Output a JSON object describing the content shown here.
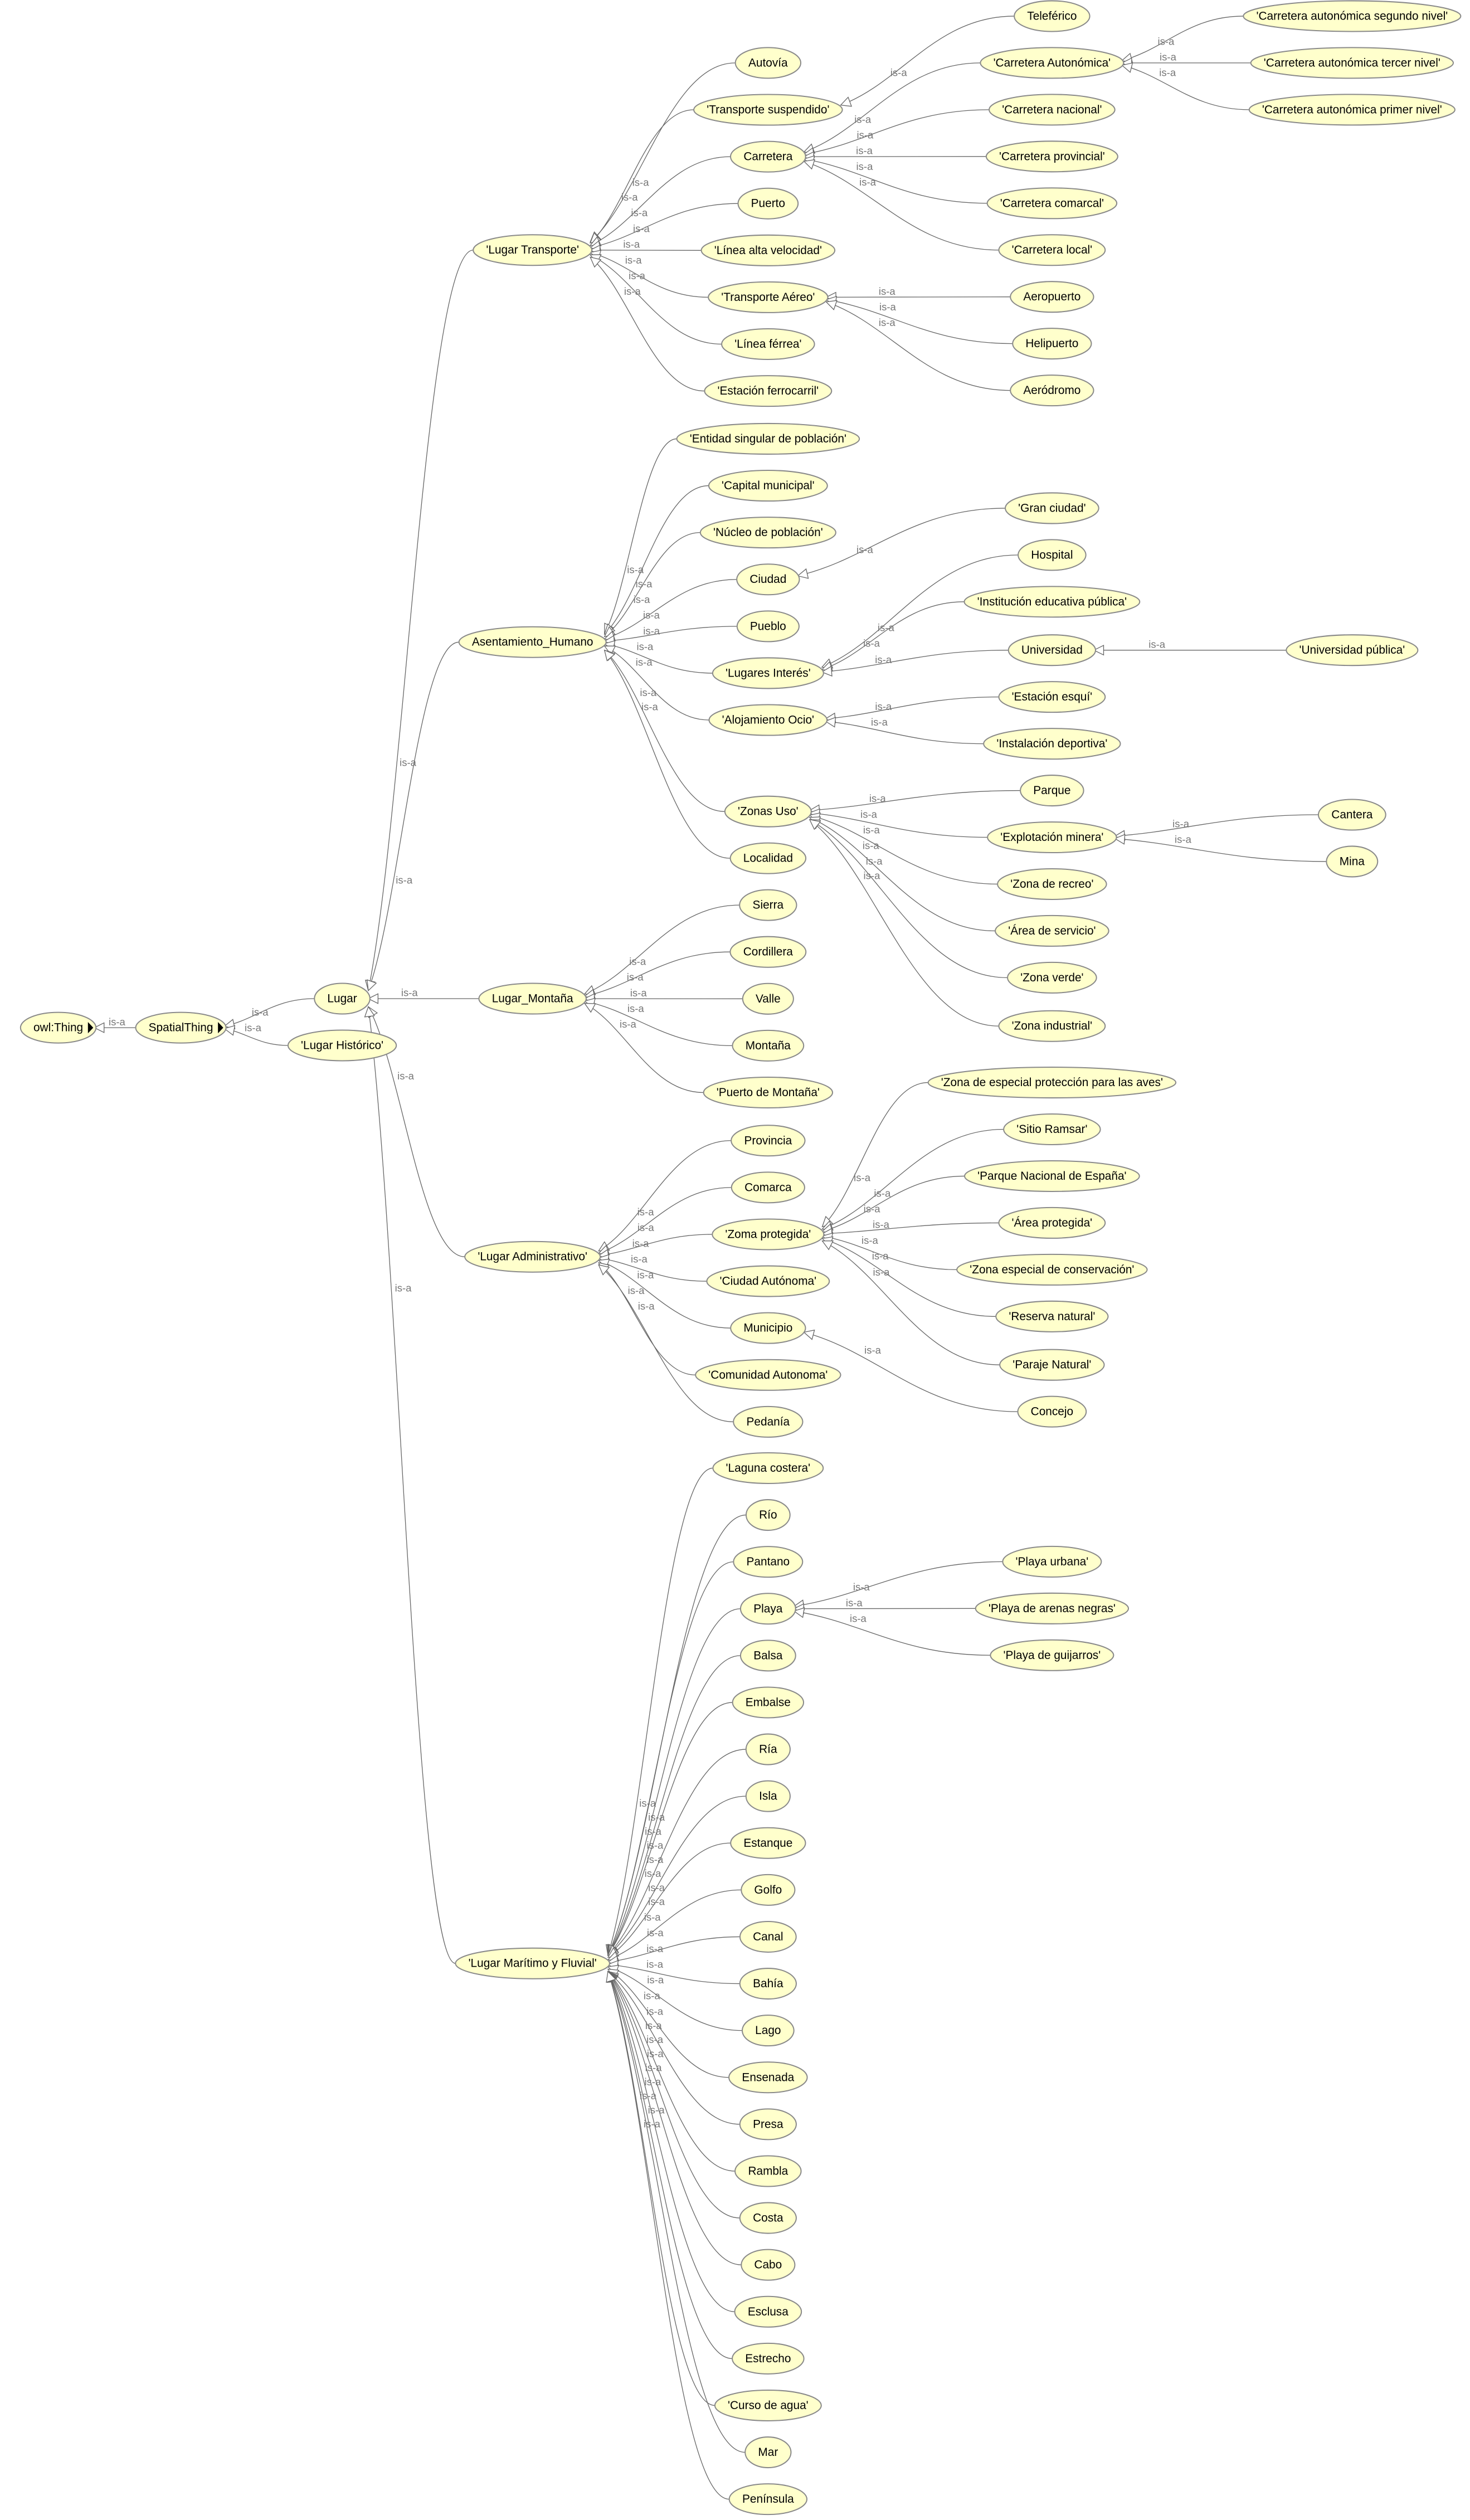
{
  "edge_label": "is-a",
  "nodes": [
    {
      "id": "thing",
      "label": "owl:Thing",
      "parent": null,
      "expandable": true
    },
    {
      "id": "spatial",
      "label": "SpatialThing",
      "parent": "thing",
      "expandable": true
    },
    {
      "id": "lugar",
      "label": "Lugar",
      "parent": "spatial"
    },
    {
      "id": "hist",
      "label": "'Lugar Histórico'",
      "parent": "spatial"
    },
    {
      "id": "lt",
      "label": "'Lugar Transporte'",
      "parent": "lugar"
    },
    {
      "id": "ah",
      "label": "Asentamiento_Humano",
      "parent": "lugar"
    },
    {
      "id": "lm",
      "label": "Lugar_Montaña",
      "parent": "lugar"
    },
    {
      "id": "la",
      "label": "'Lugar Administrativo'",
      "parent": "lugar"
    },
    {
      "id": "lmf",
      "label": "'Lugar Marítimo y Fluvial'",
      "parent": "lugar"
    },
    {
      "id": "autovia",
      "label": "Autovía",
      "parent": "lt"
    },
    {
      "id": "tsusp",
      "label": "'Transporte suspendido'",
      "parent": "lt"
    },
    {
      "id": "carretera",
      "label": "Carretera",
      "parent": "lt"
    },
    {
      "id": "puerto",
      "label": "Puerto",
      "parent": "lt"
    },
    {
      "id": "lav",
      "label": "'Línea alta velocidad'",
      "parent": "lt"
    },
    {
      "id": "taereo",
      "label": "'Transporte Aéreo'",
      "parent": "lt"
    },
    {
      "id": "lferrea",
      "label": "'Línea férrea'",
      "parent": "lt"
    },
    {
      "id": "eferro",
      "label": "'Estación ferrocarril'",
      "parent": "lt"
    },
    {
      "id": "teleferico",
      "label": "Teleférico",
      "parent": "tsusp"
    },
    {
      "id": "caut",
      "label": "'Carretera Autonómica'",
      "parent": "carretera"
    },
    {
      "id": "cnac",
      "label": "'Carretera nacional'",
      "parent": "carretera"
    },
    {
      "id": "cprov",
      "label": "'Carretera provincial'",
      "parent": "carretera"
    },
    {
      "id": "ccom",
      "label": "'Carretera comarcal'",
      "parent": "carretera"
    },
    {
      "id": "cloc",
      "label": "'Carretera local'",
      "parent": "carretera"
    },
    {
      "id": "ca2",
      "label": "'Carretera autonómica segundo nivel'",
      "parent": "caut"
    },
    {
      "id": "ca3",
      "label": "'Carretera autonómica tercer nivel'",
      "parent": "caut"
    },
    {
      "id": "ca1",
      "label": "'Carretera autonómica primer nivel'",
      "parent": "caut"
    },
    {
      "id": "aeropuerto",
      "label": "Aeropuerto",
      "parent": "taereo"
    },
    {
      "id": "helipuerto",
      "label": "Helipuerto",
      "parent": "taereo"
    },
    {
      "id": "aerodromo",
      "label": "Aeródromo",
      "parent": "taereo"
    },
    {
      "id": "esp",
      "label": "'Entidad singular de población'",
      "parent": "ah"
    },
    {
      "id": "capmun",
      "label": "'Capital municipal'",
      "parent": "ah"
    },
    {
      "id": "nucleo",
      "label": "'Núcleo de población'",
      "parent": "ah"
    },
    {
      "id": "ciudad",
      "label": "Ciudad",
      "parent": "ah"
    },
    {
      "id": "pueblo",
      "label": "Pueblo",
      "parent": "ah"
    },
    {
      "id": "linteres",
      "label": "'Lugares Interés'",
      "parent": "ah"
    },
    {
      "id": "aloj",
      "label": "'Alojamiento Ocio'",
      "parent": "ah"
    },
    {
      "id": "zuso",
      "label": "'Zonas Uso'",
      "parent": "ah"
    },
    {
      "id": "localidad",
      "label": "Localidad",
      "parent": "ah"
    },
    {
      "id": "granciudad",
      "label": "'Gran ciudad'",
      "parent": "ciudad"
    },
    {
      "id": "hospital",
      "label": "Hospital",
      "parent": "linteres"
    },
    {
      "id": "iedu",
      "label": "'Institución educativa pública'",
      "parent": "linteres"
    },
    {
      "id": "universidad",
      "label": "Universidad",
      "parent": "linteres"
    },
    {
      "id": "upub",
      "label": "'Universidad pública'",
      "parent": "universidad"
    },
    {
      "id": "esqui",
      "label": "'Estación esquí'",
      "parent": "aloj"
    },
    {
      "id": "idep",
      "label": "'Instalación deportiva'",
      "parent": "aloj"
    },
    {
      "id": "parque",
      "label": "Parque",
      "parent": "zuso"
    },
    {
      "id": "expmin",
      "label": "'Explotación minera'",
      "parent": "zuso"
    },
    {
      "id": "zrecreo",
      "label": "'Zona de recreo'",
      "parent": "zuso"
    },
    {
      "id": "aserv",
      "label": "'Área de servicio'",
      "parent": "zuso"
    },
    {
      "id": "zverde",
      "label": "'Zona verde'",
      "parent": "zuso"
    },
    {
      "id": "zind",
      "label": "'Zona industrial'",
      "parent": "zuso"
    },
    {
      "id": "cantera",
      "label": "Cantera",
      "parent": "expmin"
    },
    {
      "id": "mina",
      "label": "Mina",
      "parent": "expmin"
    },
    {
      "id": "sierra",
      "label": "Sierra",
      "parent": "lm"
    },
    {
      "id": "cordillera",
      "label": "Cordillera",
      "parent": "lm"
    },
    {
      "id": "valle",
      "label": "Valle",
      "parent": "lm"
    },
    {
      "id": "montana",
      "label": "Montaña",
      "parent": "lm"
    },
    {
      "id": "pmont",
      "label": "'Puerto de Montaña'",
      "parent": "lm"
    },
    {
      "id": "provincia",
      "label": "Provincia",
      "parent": "la"
    },
    {
      "id": "comarca",
      "label": "Comarca",
      "parent": "la"
    },
    {
      "id": "zprot",
      "label": "'Zoma protegida'",
      "parent": "la"
    },
    {
      "id": "caut2",
      "label": "'Ciudad Autónoma'",
      "parent": "la"
    },
    {
      "id": "municipio",
      "label": "Municipio",
      "parent": "la"
    },
    {
      "id": "comaut",
      "label": "'Comunidad Autonoma'",
      "parent": "la"
    },
    {
      "id": "pedania",
      "label": "Pedanía",
      "parent": "la"
    },
    {
      "id": "zepa",
      "label": "'Zona de especial protección para las aves'",
      "parent": "zprot"
    },
    {
      "id": "ramsar",
      "label": "'Sitio Ramsar'",
      "parent": "zprot"
    },
    {
      "id": "pne",
      "label": "'Parque Nacional de España'",
      "parent": "zprot"
    },
    {
      "id": "aprot",
      "label": "'Área protegida'",
      "parent": "zprot"
    },
    {
      "id": "zec",
      "label": "'Zona especial de conservación'",
      "parent": "zprot"
    },
    {
      "id": "rnat",
      "label": "'Reserva natural'",
      "parent": "zprot"
    },
    {
      "id": "pnat",
      "label": "'Paraje Natural'",
      "parent": "zprot"
    },
    {
      "id": "concejo",
      "label": "Concejo",
      "parent": "municipio"
    },
    {
      "id": "laguna",
      "label": "'Laguna costera'",
      "parent": "lmf"
    },
    {
      "id": "rio",
      "label": "Río",
      "parent": "lmf"
    },
    {
      "id": "pantano",
      "label": "Pantano",
      "parent": "lmf"
    },
    {
      "id": "playa",
      "label": "Playa",
      "parent": "lmf"
    },
    {
      "id": "balsa",
      "label": "Balsa",
      "parent": "lmf"
    },
    {
      "id": "embalse",
      "label": "Embalse",
      "parent": "lmf"
    },
    {
      "id": "ria",
      "label": "Ría",
      "parent": "lmf"
    },
    {
      "id": "isla",
      "label": "Isla",
      "parent": "lmf"
    },
    {
      "id": "estanque",
      "label": "Estanque",
      "parent": "lmf"
    },
    {
      "id": "golfo",
      "label": "Golfo",
      "parent": "lmf"
    },
    {
      "id": "canal",
      "label": "Canal",
      "parent": "lmf"
    },
    {
      "id": "bahia",
      "label": "Bahía",
      "parent": "lmf"
    },
    {
      "id": "lago",
      "label": "Lago",
      "parent": "lmf"
    },
    {
      "id": "ensenada",
      "label": "Ensenada",
      "parent": "lmf"
    },
    {
      "id": "presa",
      "label": "Presa",
      "parent": "lmf"
    },
    {
      "id": "rambla",
      "label": "Rambla",
      "parent": "lmf"
    },
    {
      "id": "costa",
      "label": "Costa",
      "parent": "lmf"
    },
    {
      "id": "cabo",
      "label": "Cabo",
      "parent": "lmf"
    },
    {
      "id": "esclusa",
      "label": "Esclusa",
      "parent": "lmf"
    },
    {
      "id": "estrecho",
      "label": "Estrecho",
      "parent": "lmf"
    },
    {
      "id": "curso",
      "label": "'Curso de agua'",
      "parent": "lmf"
    },
    {
      "id": "mar",
      "label": "Mar",
      "parent": "lmf"
    },
    {
      "id": "peninsula",
      "label": "Península",
      "parent": "lmf"
    },
    {
      "id": "purbana",
      "label": "'Playa urbana'",
      "parent": "playa"
    },
    {
      "id": "parenas",
      "label": "'Playa de arenas negras'",
      "parent": "playa"
    },
    {
      "id": "pguij",
      "label": "'Playa de guijarros'",
      "parent": "playa"
    }
  ]
}
